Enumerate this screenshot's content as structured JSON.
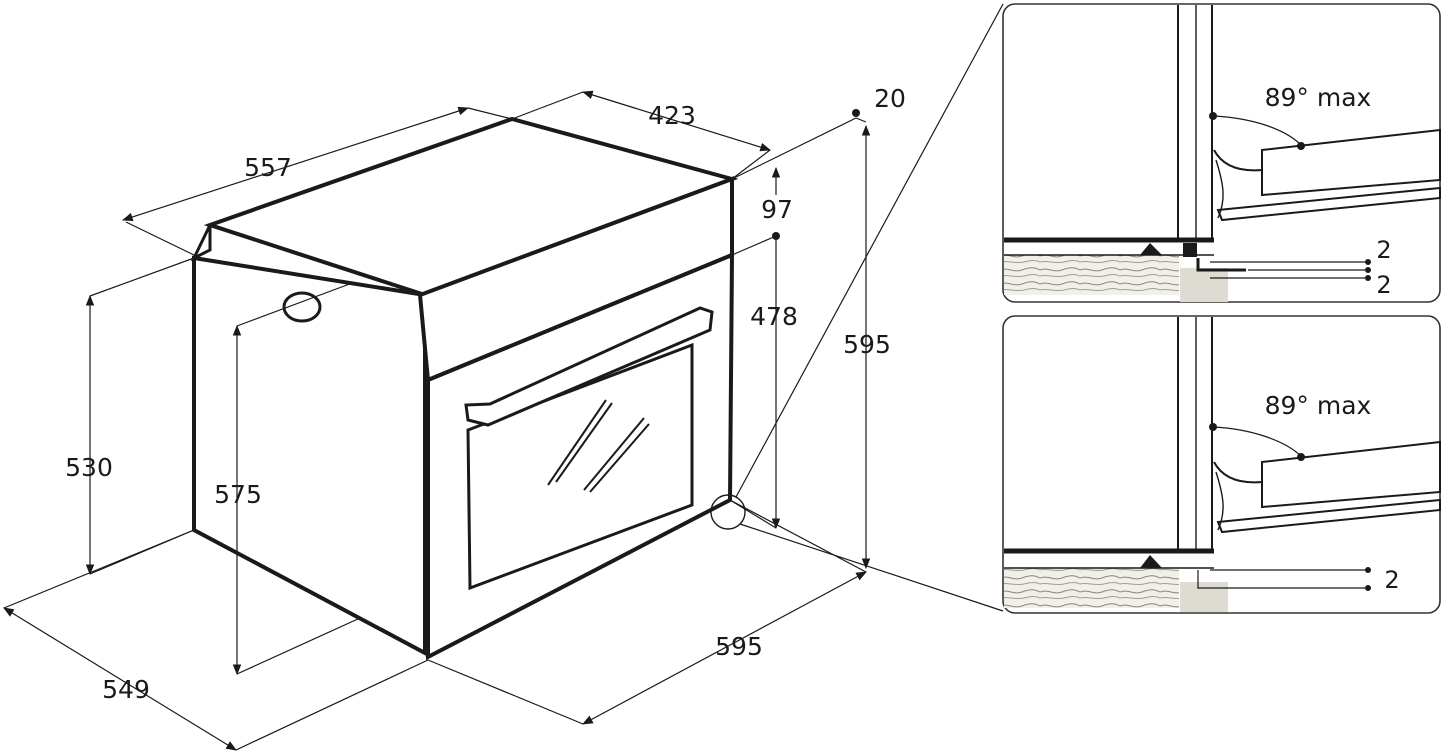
{
  "main_view": {
    "dim_top_width": "557",
    "dim_top_depth": "423",
    "dim_panel_offset": "20",
    "dim_panel_height": "97",
    "dim_door_height": "478",
    "dim_total_height": "595",
    "dim_side_height": "530",
    "dim_cutout_height": "575",
    "dim_depth": "549",
    "dim_width": "595"
  },
  "detail_top": {
    "angle_label": "89° max",
    "gap_upper": "2",
    "gap_lower": "2"
  },
  "detail_bottom": {
    "angle_label": "89° max",
    "gap": "2"
  }
}
